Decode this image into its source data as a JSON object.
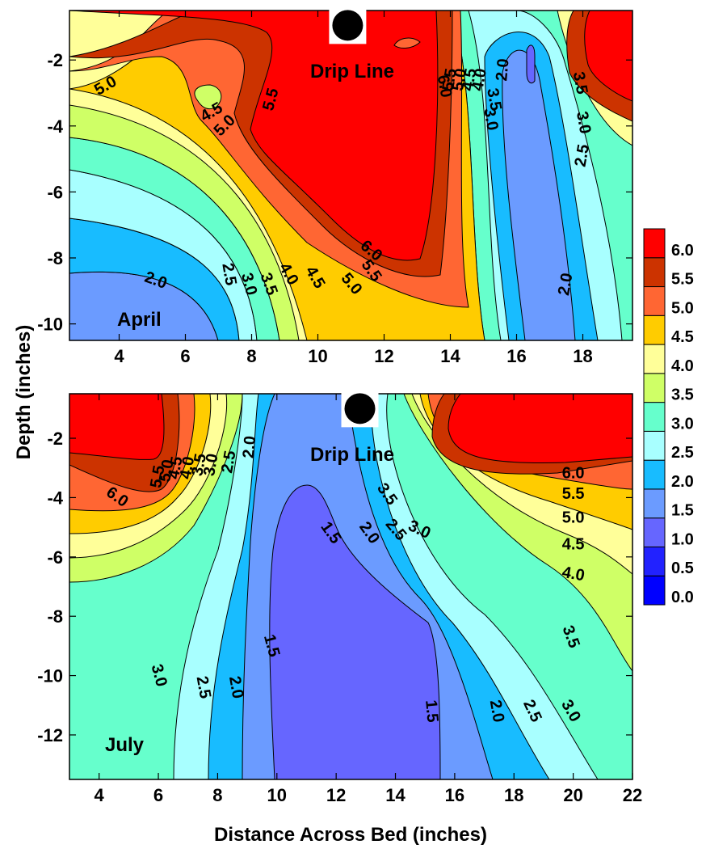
{
  "figure": {
    "xlabel": "Distance Across Bed (inches)",
    "ylabel": "Depth (inches)"
  },
  "chart_data": [
    {
      "type": "heatmap",
      "panel": "April",
      "xlim": [
        2.5,
        19.5
      ],
      "ylim": [
        -10.5,
        -0.5
      ],
      "xticks": [
        4,
        6,
        8,
        10,
        12,
        14,
        16,
        18
      ],
      "yticks": [
        -2,
        -4,
        -6,
        -8,
        -10
      ],
      "annotations": [
        "Drip Line",
        "April"
      ],
      "drip_emitter": {
        "x": 10.9,
        "y": -0.95
      },
      "contour_labels": [
        {
          "text": "5.0",
          "x": 3.6,
          "y": -2.8,
          "r": -30
        },
        {
          "text": "4.5",
          "x": 6.8,
          "y": -3.6,
          "r": -30
        },
        {
          "text": "5.0",
          "x": 7.2,
          "y": -4.0,
          "r": -45
        },
        {
          "text": "5.5",
          "x": 8.6,
          "y": -3.2,
          "r": -75
        },
        {
          "text": "6.0",
          "x": 11.6,
          "y": -7.8,
          "r": 40
        },
        {
          "text": "5.5",
          "x": 11.6,
          "y": -8.4,
          "r": 55
        },
        {
          "text": "5.0",
          "x": 11.0,
          "y": -8.8,
          "r": 50
        },
        {
          "text": "4.5",
          "x": 9.9,
          "y": -8.6,
          "r": 60
        },
        {
          "text": "4.0",
          "x": 9.1,
          "y": -8.5,
          "r": 60
        },
        {
          "text": "3.5",
          "x": 8.5,
          "y": -8.8,
          "r": 70
        },
        {
          "text": "3.0",
          "x": 7.9,
          "y": -8.8,
          "r": 75
        },
        {
          "text": "2.5",
          "x": 7.3,
          "y": -8.5,
          "r": 80
        },
        {
          "text": "2.0",
          "x": 5.1,
          "y": -8.7,
          "r": 20
        },
        {
          "text": "2.0",
          "x": 15.6,
          "y": -2.3,
          "r": -85
        },
        {
          "text": "3.5",
          "x": 15.3,
          "y": -3.2,
          "r": 80
        },
        {
          "text": "3.5",
          "x": 17.9,
          "y": -2.7,
          "r": 80
        },
        {
          "text": "3.0",
          "x": 18.0,
          "y": -3.9,
          "r": 80
        },
        {
          "text": "2.5",
          "x": 18.0,
          "y": -4.9,
          "r": -80
        },
        {
          "text": "2.0",
          "x": 17.5,
          "y": -8.8,
          "r": -80
        },
        {
          "text": "6.0",
          "x": 13.8,
          "y": -2.8,
          "r": 80
        },
        {
          "text": "5.5",
          "x": 14.0,
          "y": -2.6,
          "r": -80
        },
        {
          "text": "5.0",
          "x": 14.3,
          "y": -2.6,
          "r": -80
        },
        {
          "text": "4.5",
          "x": 14.6,
          "y": -2.6,
          "r": -80
        },
        {
          "text": "4.0",
          "x": 14.9,
          "y": -2.6,
          "r": -80
        },
        {
          "text": "3.0",
          "x": 15.2,
          "y": -3.8,
          "r": 80
        }
      ]
    },
    {
      "type": "heatmap",
      "panel": "July",
      "xlim": [
        3,
        22
      ],
      "ylim": [
        -13.5,
        -0.5
      ],
      "xticks": [
        4,
        6,
        8,
        10,
        12,
        14,
        16,
        18,
        20,
        22
      ],
      "yticks": [
        -2,
        -4,
        -6,
        -8,
        -10,
        -12
      ],
      "annotations": [
        "Drip Line",
        "July"
      ],
      "drip_emitter": {
        "x": 12.8,
        "y": -1.0
      },
      "contour_labels": [
        {
          "text": "6.0",
          "x": 4.6,
          "y": -4.0,
          "r": 35
        },
        {
          "text": "5.5",
          "x": 6.0,
          "y": -3.3,
          "r": -80
        },
        {
          "text": "5.0",
          "x": 6.3,
          "y": -3.1,
          "r": -80
        },
        {
          "text": "4.5",
          "x": 6.6,
          "y": -3.0,
          "r": -80
        },
        {
          "text": "4.0",
          "x": 7.0,
          "y": -3.0,
          "r": -80
        },
        {
          "text": "3.5",
          "x": 7.4,
          "y": -2.9,
          "r": -80
        },
        {
          "text": "3.0",
          "x": 7.8,
          "y": -2.9,
          "r": -80
        },
        {
          "text": "2.5",
          "x": 8.4,
          "y": -2.8,
          "r": -80
        },
        {
          "text": "2.0",
          "x": 9.1,
          "y": -2.3,
          "r": -85
        },
        {
          "text": "1.5",
          "x": 11.8,
          "y": -5.2,
          "r": 55
        },
        {
          "text": "2.0",
          "x": 13.1,
          "y": -5.2,
          "r": 55
        },
        {
          "text": "2.5",
          "x": 14.0,
          "y": -5.1,
          "r": 50
        },
        {
          "text": "3.0",
          "x": 14.8,
          "y": -5.1,
          "r": 25
        },
        {
          "text": "3.5",
          "x": 13.7,
          "y": -3.9,
          "r": 55
        },
        {
          "text": "6.0",
          "x": 20.0,
          "y": -3.2,
          "r": 0
        },
        {
          "text": "5.5",
          "x": 20.0,
          "y": -3.9,
          "r": 0
        },
        {
          "text": "5.0",
          "x": 20.0,
          "y": -4.7,
          "r": 0
        },
        {
          "text": "4.5",
          "x": 20.0,
          "y": -5.6,
          "r": 0
        },
        {
          "text": "4.0",
          "x": 20.0,
          "y": -6.6,
          "r": 10
        },
        {
          "text": "3.5",
          "x": 19.9,
          "y": -8.7,
          "r": 70
        },
        {
          "text": "3.0",
          "x": 6.0,
          "y": -10.0,
          "r": 75
        },
        {
          "text": "2.5",
          "x": 7.5,
          "y": -10.4,
          "r": 80
        },
        {
          "text": "2.0",
          "x": 8.6,
          "y": -10.4,
          "r": 80
        },
        {
          "text": "1.5",
          "x": 9.8,
          "y": -9.0,
          "r": 75
        },
        {
          "text": "1.5",
          "x": 15.2,
          "y": -11.2,
          "r": 85
        },
        {
          "text": "2.0",
          "x": 17.4,
          "y": -11.2,
          "r": 80
        },
        {
          "text": "2.5",
          "x": 18.6,
          "y": -11.2,
          "r": 65
        },
        {
          "text": "3.0",
          "x": 19.9,
          "y": -11.2,
          "r": 60
        }
      ]
    }
  ],
  "legend": {
    "levels": [
      "0.0",
      "0.5",
      "1.0",
      "1.5",
      "2.0",
      "2.5",
      "3.0",
      "3.5",
      "4.0",
      "4.5",
      "5.0",
      "5.5",
      "6.0"
    ],
    "colors": [
      "#0000ff",
      "#2222ff",
      "#6666ff",
      "#6b9bff",
      "#18bcff",
      "#a8ffff",
      "#66ffcc",
      "#cfff66",
      "#ffff99",
      "#ffcc00",
      "#ff6633",
      "#cc3300",
      "#ff0000"
    ]
  }
}
